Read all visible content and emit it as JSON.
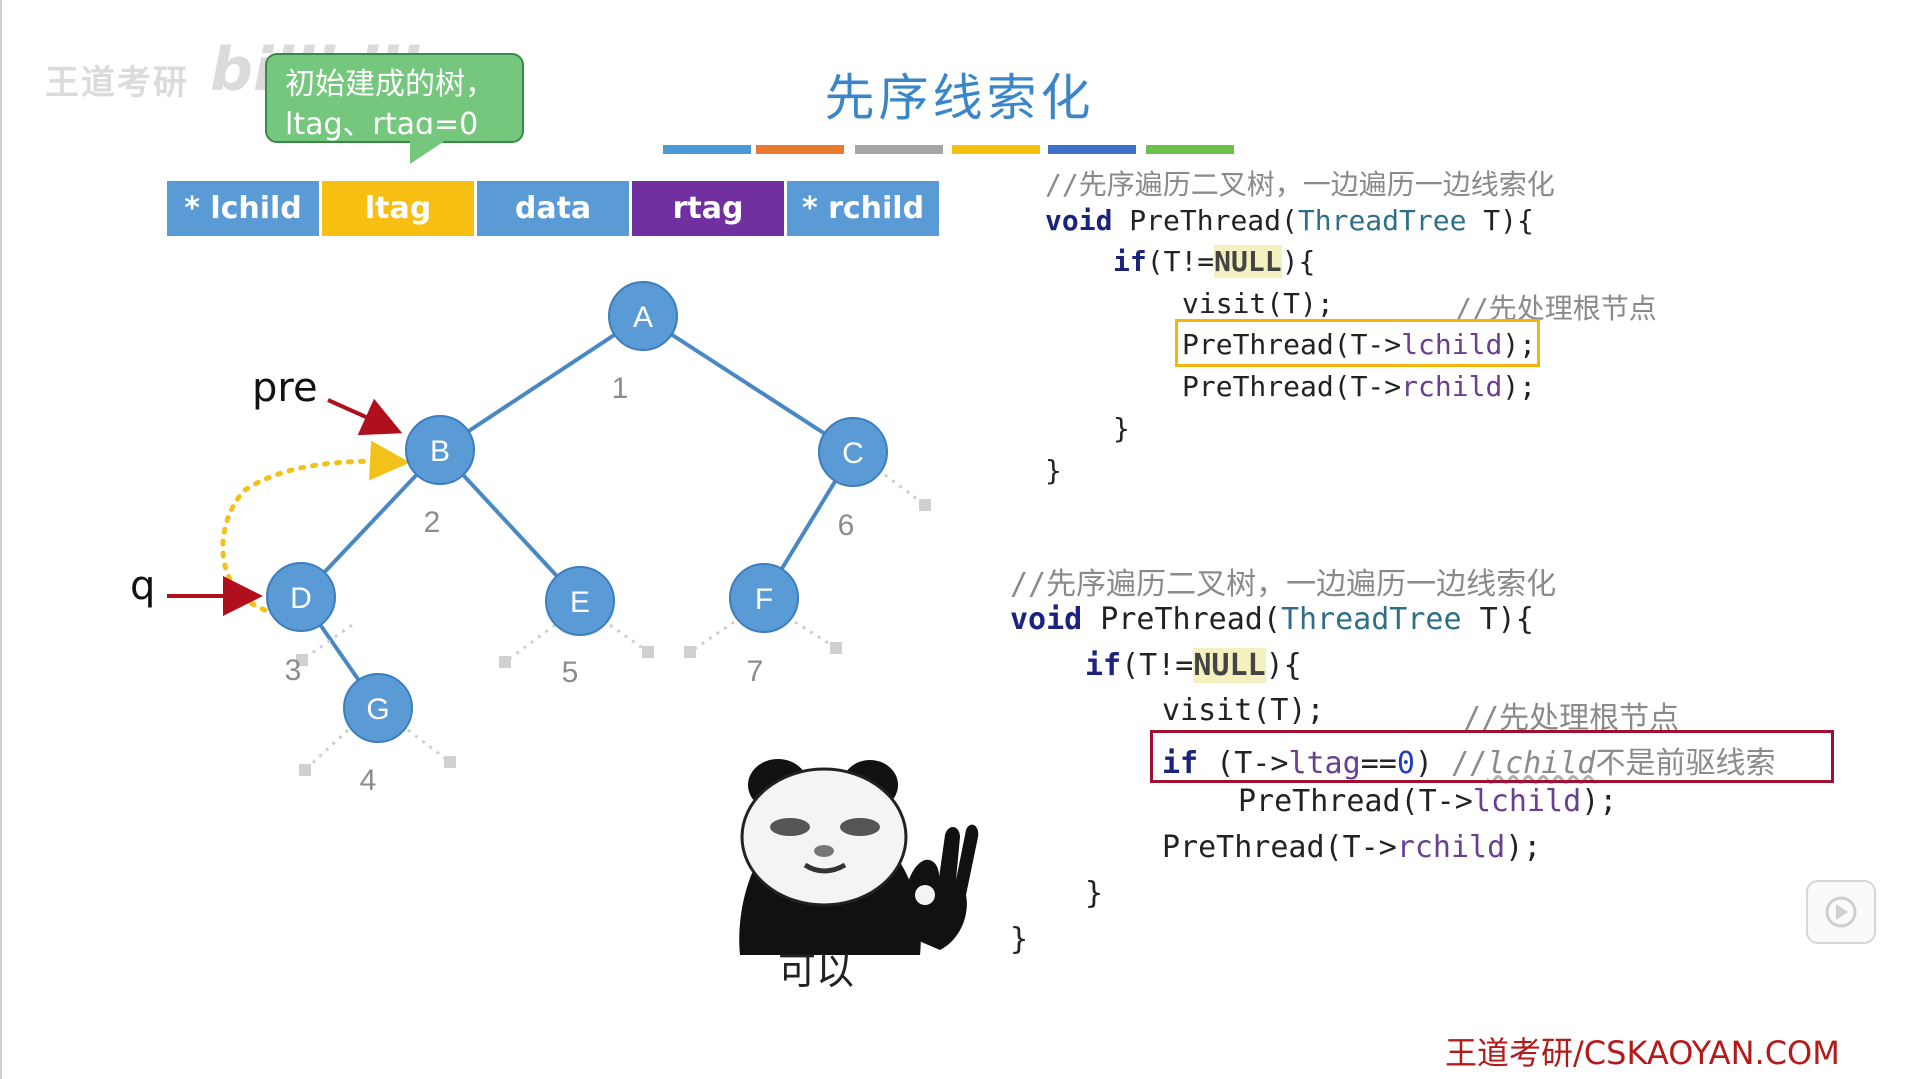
{
  "watermark": {
    "left_text": "王道考研",
    "bilibili": "bilibili"
  },
  "title": "先序线索化",
  "title_bars": [
    "#4a9ad6",
    "#ea7a2d",
    "#a5a5a5",
    "#f5c10d",
    "#3f6fc7",
    "#6dc04d"
  ],
  "bubble": {
    "line1": "初始建成的树，",
    "line2": "ltag、rtag=0"
  },
  "node_struct": [
    {
      "label": "* lchild",
      "color": "#5b9bd5"
    },
    {
      "label": "ltag",
      "color": "#f7bf12"
    },
    {
      "label": "data",
      "color": "#5b9bd5"
    },
    {
      "label": "rtag",
      "color": "#7030a0"
    },
    {
      "label": "* rchild",
      "color": "#5b9bd5"
    }
  ],
  "tree": {
    "nodes": [
      {
        "id": "A",
        "order": "1"
      },
      {
        "id": "B",
        "order": "2"
      },
      {
        "id": "C",
        "order": "6"
      },
      {
        "id": "D",
        "order": "3"
      },
      {
        "id": "E",
        "order": "5"
      },
      {
        "id": "F",
        "order": "7"
      },
      {
        "id": "G",
        "order": "4"
      }
    ],
    "edges": [
      [
        "A",
        "B"
      ],
      [
        "A",
        "C"
      ],
      [
        "B",
        "D"
      ],
      [
        "B",
        "E"
      ],
      [
        "C",
        "F"
      ],
      [
        "D",
        "G"
      ]
    ],
    "node_color": "#5b9bd5",
    "edge_color": "#4a88c4",
    "thread_color": "#f2c21b",
    "pointer_color": "#b0101e"
  },
  "pointers": {
    "pre": "pre",
    "q": "q"
  },
  "code1": {
    "comment": "//先序遍历二叉树，一边遍历一边线索化",
    "sig_kw": "void",
    "sig_fn": " PreThread(",
    "sig_type": "ThreadTree",
    "sig_rest": " T){",
    "if_kw": "if",
    "if_open": "(T!=",
    "null_kw": "NULL",
    "if_close": "){",
    "visit": "visit(T);",
    "visit_comment": "//先处理根节点",
    "call_l_pre": "PreThread(T->",
    "call_l_field": "lchild",
    "call_l_post": ");",
    "call_r_pre": "PreThread(T->",
    "call_r_field": "rchild",
    "call_r_post": ");",
    "close_inner": "}",
    "close_outer": "}"
  },
  "code2": {
    "comment": "//先序遍历二叉树，一边遍历一边线索化",
    "sig_kw": "void",
    "sig_fn": " PreThread(",
    "sig_type": "ThreadTree",
    "sig_rest": " T){",
    "if_kw": "if",
    "if_open": "(T!=",
    "null_kw": "NULL",
    "if_close": "){",
    "visit": "visit(T);",
    "visit_comment": "//先处理根节点",
    "cond_kw": "if",
    "cond_pre": " (T->",
    "cond_field": "ltag",
    "cond_op": "==",
    "cond_num": "0",
    "cond_close": ") ",
    "cond_comment_pre": "//",
    "cond_comment_field": "lchild",
    "cond_comment_post": "不是前驱线索",
    "call_l_pre": "PreThread(T->",
    "call_l_field": "lchild",
    "call_l_post": ");",
    "call_r_pre": "PreThread(T->",
    "call_r_field": "rchild",
    "call_r_post": ");",
    "close_inner": "}",
    "close_outer": "}"
  },
  "meme_caption": "可以",
  "footer_credit": "王道考研/CSKAOYAN.COM",
  "icons": {
    "play": "play-icon"
  }
}
